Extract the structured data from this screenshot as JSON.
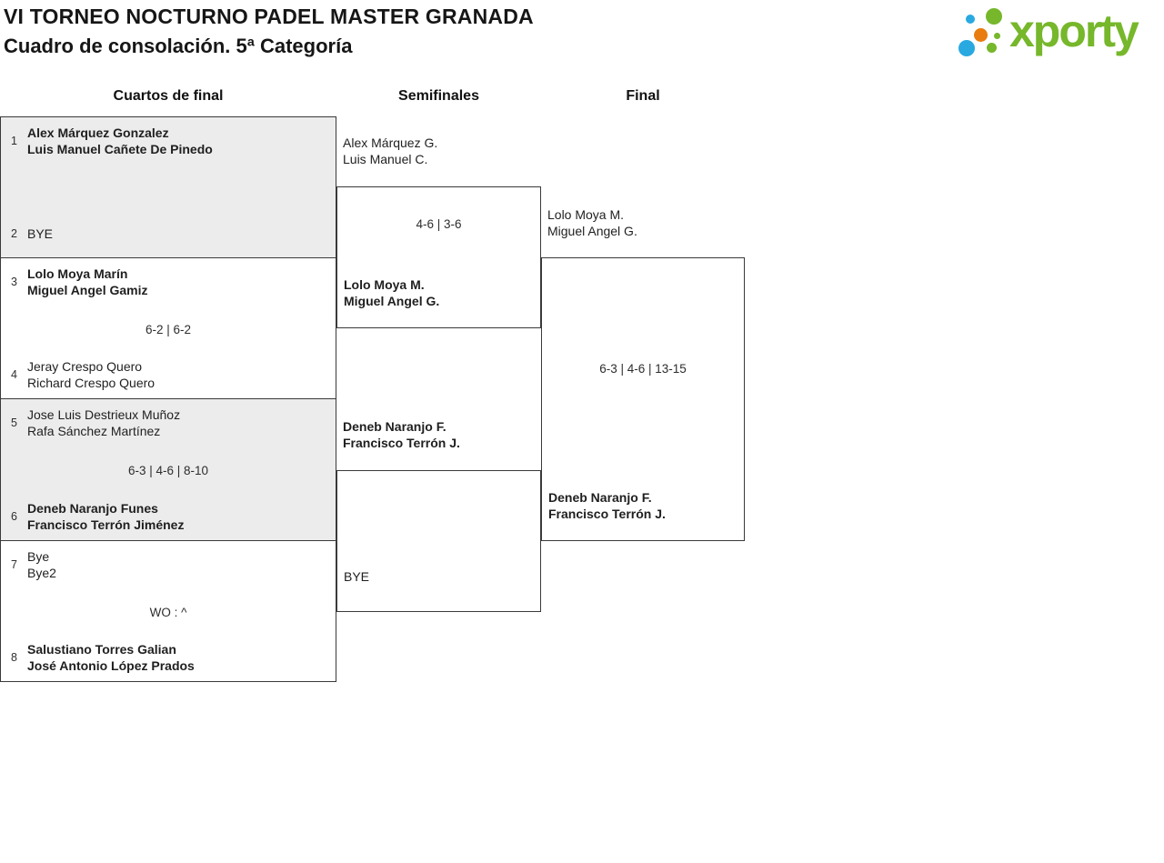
{
  "header": {
    "title": "VI TORNEO NOCTURNO PADEL MASTER GRANADA",
    "subtitle": "Cuadro de consolación. 5ª Categoría"
  },
  "logo": {
    "wordmark": "xporty",
    "colors": {
      "green": "#76b72b",
      "blue": "#29a9e0",
      "orange": "#e87c0e"
    }
  },
  "round_headers": {
    "quarterfinals": "Cuartos de final",
    "semifinals": "Semifinales",
    "final": "Final"
  },
  "colors": {
    "shaded_box_bg": "#ececec",
    "box_border": "#3a3a3a"
  },
  "bracket": {
    "quarterfinals": [
      {
        "seed_top": "1",
        "top": {
          "line1": "Alex Márquez Gonzalez",
          "line2": "Luis Manuel Cañete De Pinedo",
          "winner": true
        },
        "score": "",
        "seed_bottom": "2",
        "bottom": {
          "line1": "BYE",
          "line2": "",
          "winner": false
        }
      },
      {
        "seed_top": "3",
        "top": {
          "line1": "Lolo Moya Marín",
          "line2": "Miguel Angel Gamiz",
          "winner": true
        },
        "score": "6-2 | 6-2",
        "seed_bottom": "4",
        "bottom": {
          "line1": "Jeray Crespo Quero",
          "line2": "Richard Crespo Quero",
          "winner": false
        }
      },
      {
        "seed_top": "5",
        "top": {
          "line1": "Jose Luis Destrieux Muñoz",
          "line2": "Rafa Sánchez Martínez",
          "winner": false
        },
        "score": "6-3 | 4-6 | 8-10",
        "seed_bottom": "6",
        "bottom": {
          "line1": "Deneb Naranjo Funes",
          "line2": "Francisco Terrón Jiménez",
          "winner": true
        }
      },
      {
        "seed_top": "7",
        "top": {
          "line1": "Bye",
          "line2": "Bye2",
          "winner": false
        },
        "score": "WO : ^",
        "seed_bottom": "8",
        "bottom": {
          "line1": "Salustiano Torres Galian",
          "line2": "José Antonio López Prados",
          "winner": true
        }
      }
    ],
    "semifinals": [
      {
        "above": {
          "line1": "Alex Márquez G.",
          "line2": "Luis Manuel C.",
          "winner": false
        },
        "score": "4-6 | 3-6",
        "in_box": {
          "line1": "Lolo Moya M.",
          "line2": "Miguel Angel G.",
          "winner": true
        }
      },
      {
        "above": {
          "line1": "Deneb Naranjo F.",
          "line2": "Francisco Terrón J.",
          "winner": true
        },
        "score": "",
        "in_box": {
          "line1": "BYE",
          "line2": "",
          "winner": false
        }
      }
    ],
    "final": {
      "above": {
        "line1": "Lolo Moya M.",
        "line2": "Miguel Angel G.",
        "winner": false
      },
      "score": "6-3 | 4-6 | 13-15",
      "in_box": {
        "line1": "Deneb Naranjo F.",
        "line2": "Francisco Terrón J.",
        "winner": true
      }
    }
  }
}
